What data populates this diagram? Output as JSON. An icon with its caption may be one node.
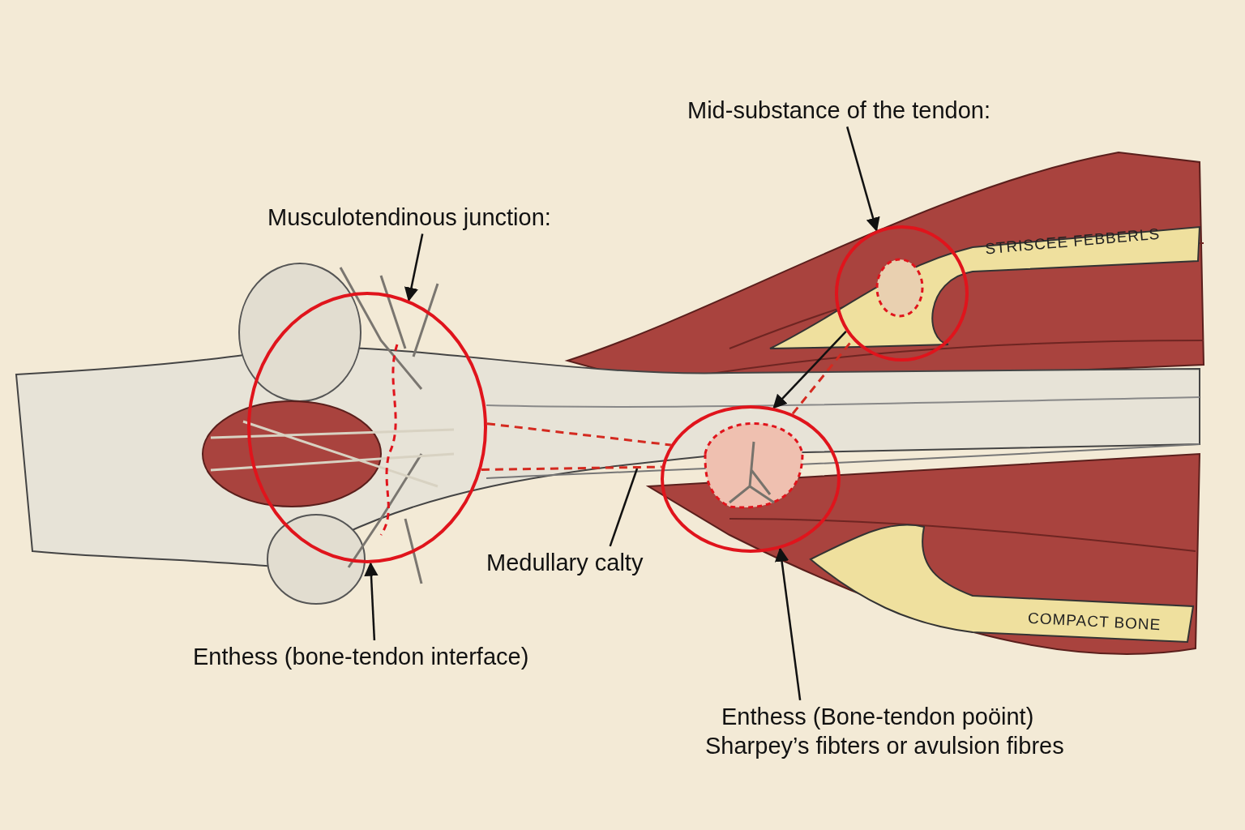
{
  "diagram": {
    "nodes": [
      {
        "text": [
          "Mid-substance of the tendon:"
        ]
      },
      {
        "text": [],
        "shape": "circle"
      },
      {
        "text": [
          "Musculotendinous junction:"
        ]
      },
      {
        "text": [],
        "shape": "circle"
      },
      {
        "text": [
          "Enthess (bone-tendon interface)"
        ]
      },
      {
        "text": [
          "Medullary calty"
        ]
      },
      {
        "text": [],
        "shape": "circle"
      },
      {
        "text": [
          "Enthess (Bone-tendon poöint)",
          "Sharpey’s fibters or avulsion fibres"
        ]
      }
    ],
    "edges": [
      {
        "from": 0,
        "to": 1,
        "arrow": "to"
      },
      {
        "from": 2,
        "to": 3,
        "arrow": "to"
      },
      {
        "from": 4,
        "to": 3,
        "arrow": "to"
      },
      {
        "from": 5,
        "to": null,
        "arrow": "none"
      },
      {
        "from": 7,
        "to": 6,
        "arrow": "to"
      },
      {
        "from": 1,
        "to": 6,
        "arrow": "to"
      },
      {
        "from": 3,
        "to": 6,
        "arrow": "none",
        "style": "dashed",
        "color": "#d42a20"
      },
      {
        "from": 3,
        "to": 6,
        "arrow": "none",
        "style": "dashed",
        "color": "#d42a20"
      },
      {
        "from": 6,
        "to": 1,
        "arrow": "none",
        "style": "dashed",
        "color": "#d42a20"
      }
    ],
    "labels": [
      "STRISCEE FEBBERLS",
      "COMPACT BONE"
    ]
  }
}
